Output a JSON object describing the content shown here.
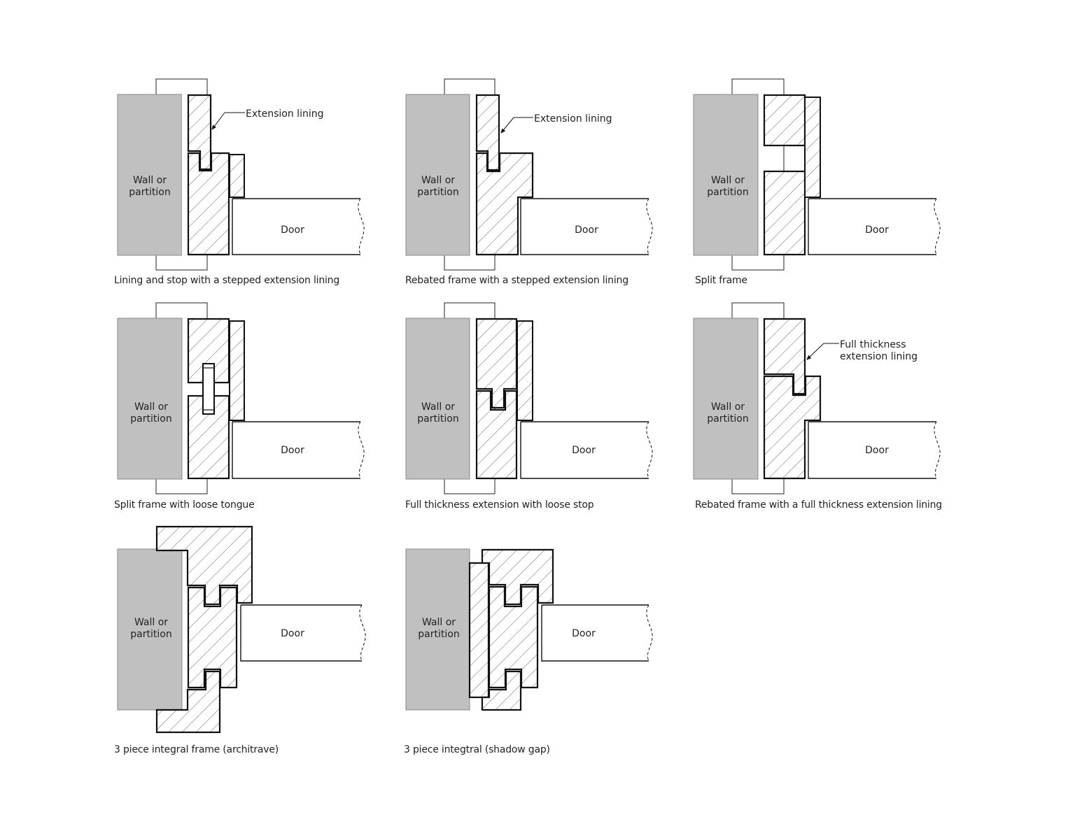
{
  "diagrams": [
    {
      "id": "d1",
      "caption": "Lining and stop with a stepped extension lining",
      "callout": "Extension lining",
      "wall_label": [
        "Wall or",
        "partition"
      ],
      "door_label": "Door"
    },
    {
      "id": "d2",
      "caption": "Rebated frame with a stepped extension lining",
      "callout": "Extension lining",
      "wall_label": [
        "Wall or",
        "partition"
      ],
      "door_label": "Door"
    },
    {
      "id": "d3",
      "caption": "Split frame",
      "wall_label": [
        "Wall or",
        "partition"
      ],
      "door_label": "Door"
    },
    {
      "id": "d4",
      "caption": "Split frame with loose tongue",
      "wall_label": [
        "Wall or",
        "partition"
      ],
      "door_label": "Door"
    },
    {
      "id": "d5",
      "caption": "Full thickness extension with loose stop",
      "wall_label": [
        "Wall or",
        "partition"
      ],
      "door_label": "Door"
    },
    {
      "id": "d6",
      "caption": "Rebated frame with a full thickness extension lining",
      "callout": [
        "Full thickness",
        "extension lining"
      ],
      "wall_label": [
        "Wall or",
        "partition"
      ],
      "door_label": "Door"
    },
    {
      "id": "d7",
      "caption": "3 piece integral frame (architrave)",
      "wall_label": [
        "Wall or",
        "partition"
      ],
      "door_label": "Door"
    },
    {
      "id": "d8",
      "caption": "3 piece integtral (shadow gap)",
      "wall_label": [
        "Wall or",
        "partition"
      ],
      "door_label": "Door"
    }
  ],
  "colors": {
    "wall_fill": "#c0c0c0",
    "line": "#111111",
    "hatch": "#555555",
    "background": "#ffffff"
  }
}
